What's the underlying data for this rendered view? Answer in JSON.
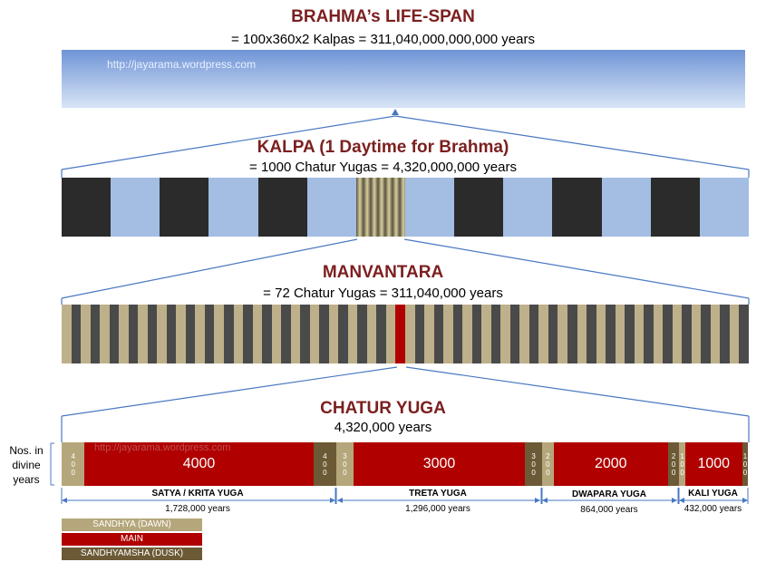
{
  "brahma": {
    "title": "BRAHMA’s LIFE-SPAN",
    "subtitle": "= 100x360x2 Kalpas = 311,040,000,000,000 years",
    "watermark": "http://jayarama.wordpress.com"
  },
  "kalpa": {
    "title": "KALPA (1 Daytime for Brahma)",
    "subtitle": "= 1000 Chatur Yugas = 4,320,000,000 years"
  },
  "manvantara": {
    "title": "MANVANTARA",
    "subtitle": "= 72 Chatur Yugas = 311,040,000 years"
  },
  "chatur_yuga": {
    "title": "CHATUR YUGA",
    "subtitle": "4,320,000 years",
    "side_label": [
      "Nos. in",
      "divine",
      "years"
    ],
    "watermark": "http://jayarama.wordpress.com",
    "segments": [
      {
        "name": "satya-dawn",
        "value": "400",
        "type": "dawn"
      },
      {
        "name": "satya-main",
        "value": "4000",
        "type": "main"
      },
      {
        "name": "satya-dusk",
        "value": "400",
        "type": "dusk"
      },
      {
        "name": "treta-dawn",
        "value": "300",
        "type": "dawn"
      },
      {
        "name": "treta-main",
        "value": "3000",
        "type": "main"
      },
      {
        "name": "treta-dusk",
        "value": "300",
        "type": "dusk"
      },
      {
        "name": "dwapara-dawn",
        "value": "200",
        "type": "dawn"
      },
      {
        "name": "dwapara-main",
        "value": "2000",
        "type": "main"
      },
      {
        "name": "dwapara-dusk",
        "value": "200",
        "type": "dusk"
      },
      {
        "name": "kali-dawn",
        "value": "100",
        "type": "dawn"
      },
      {
        "name": "kali-main",
        "value": "1000",
        "type": "main"
      },
      {
        "name": "kali-dusk",
        "value": "100",
        "type": "dusk"
      }
    ],
    "yugas": [
      {
        "name": "SATYA / KRITA YUGA",
        "years": "1,728,000  years"
      },
      {
        "name": "TRETA YUGA",
        "years": "1,296,000 years"
      },
      {
        "name": "DWAPARA YUGA",
        "years": "864,000 years"
      },
      {
        "name": "KALI YUGA",
        "years": "432,000  years"
      }
    ]
  },
  "legend": {
    "dawn": "SANDHYA (DAWN)",
    "main": "MAIN",
    "dusk": "SANDHYAMSHA (DUSK)"
  },
  "colors": {
    "title": "#7b1f1f",
    "dawn": "#b5a77b",
    "main": "#b00000",
    "dusk": "#6b5a35",
    "kalpa_dark": "#2b2b2b",
    "kalpa_light": "#a3bde3",
    "man_tan": "#bdb08a",
    "man_gray": "#4a4a4a"
  }
}
